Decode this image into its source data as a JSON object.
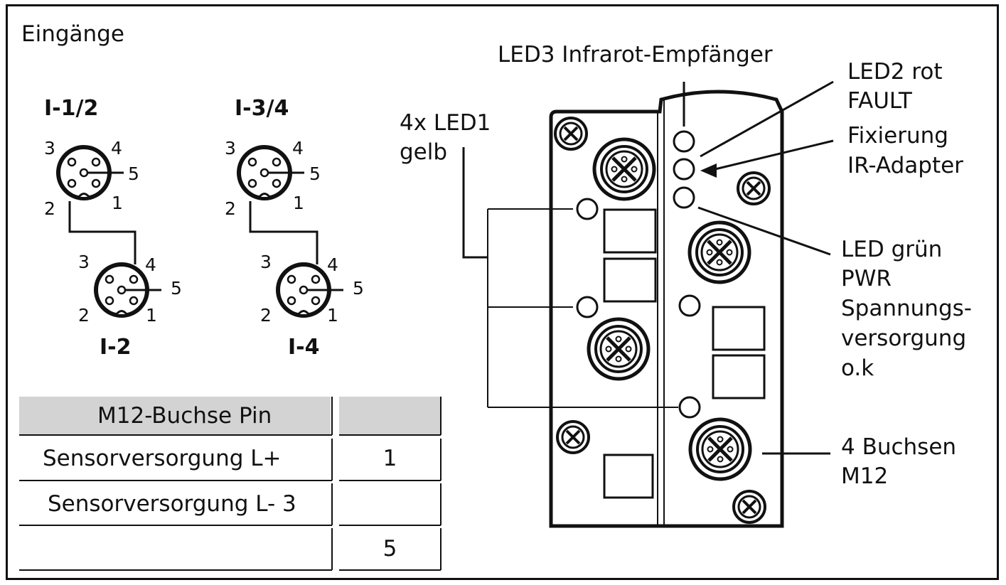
{
  "title": "Eingänge",
  "connectors": [
    {
      "name": "I-1/2",
      "pins": [
        "3",
        "4",
        "5",
        "2",
        "1"
      ]
    },
    {
      "name": "I-2",
      "pins": [
        "3",
        "4",
        "5",
        "2",
        "1"
      ]
    },
    {
      "name": "I-3/4",
      "pins": [
        "3",
        "4",
        "5",
        "2",
        "1"
      ]
    },
    {
      "name": "I-4",
      "pins": [
        "3",
        "4",
        "5",
        "2",
        "1"
      ]
    }
  ],
  "table": {
    "header": [
      "M12-Buchse Pin",
      ""
    ],
    "rows": [
      [
        "Sensorversorgung L+",
        "1"
      ],
      [
        "Sensorversorgung L- 3",
        ""
      ],
      [
        "",
        "5"
      ]
    ]
  },
  "callouts": {
    "led3": "LED3 Infrarot-Empfänger",
    "led1": [
      "4x LED1",
      "gelb"
    ],
    "led2": [
      "LED2 rot",
      "FAULT"
    ],
    "fix": [
      "Fixierung",
      "IR-Adapter"
    ],
    "ledgreen": [
      "LED grün",
      "PWR",
      "Spannungs-",
      "versorgung",
      "o.k"
    ],
    "buchsen": [
      "4 Buchsen",
      "M12"
    ]
  },
  "colors": {
    "line": "#111111",
    "header_fill": "#d3d3d3"
  }
}
